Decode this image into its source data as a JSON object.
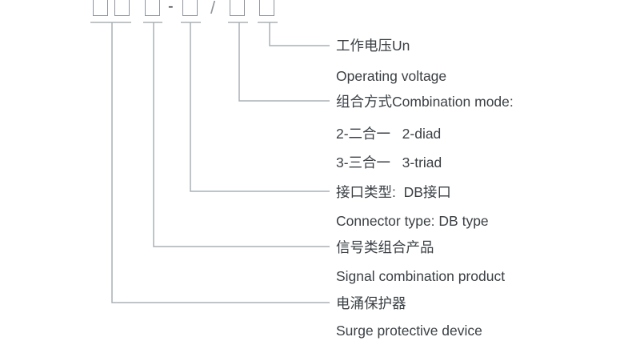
{
  "code_template": {
    "boxes": [
      "□",
      "□",
      "□",
      "□",
      "□",
      "□"
    ],
    "separators": [
      "-",
      "/"
    ]
  },
  "labels": [
    {
      "zh": "工作电压Un",
      "en": "Operating voltage"
    },
    {
      "zh": "组合方式Combination mode:",
      "options": [
        "2-二合一   2-diad",
        "3-三合一   3-triad"
      ]
    },
    {
      "zh": "接口类型:  DB接口",
      "en": "Connector type: DB type"
    },
    {
      "zh": "信号类组合产品",
      "en": "Signal combination product"
    },
    {
      "zh": "电涌保护器",
      "en": "Surge protective device"
    }
  ],
  "colors": {
    "text": "#3b4045",
    "line": "#a9b0b6",
    "background": "#ffffff"
  }
}
